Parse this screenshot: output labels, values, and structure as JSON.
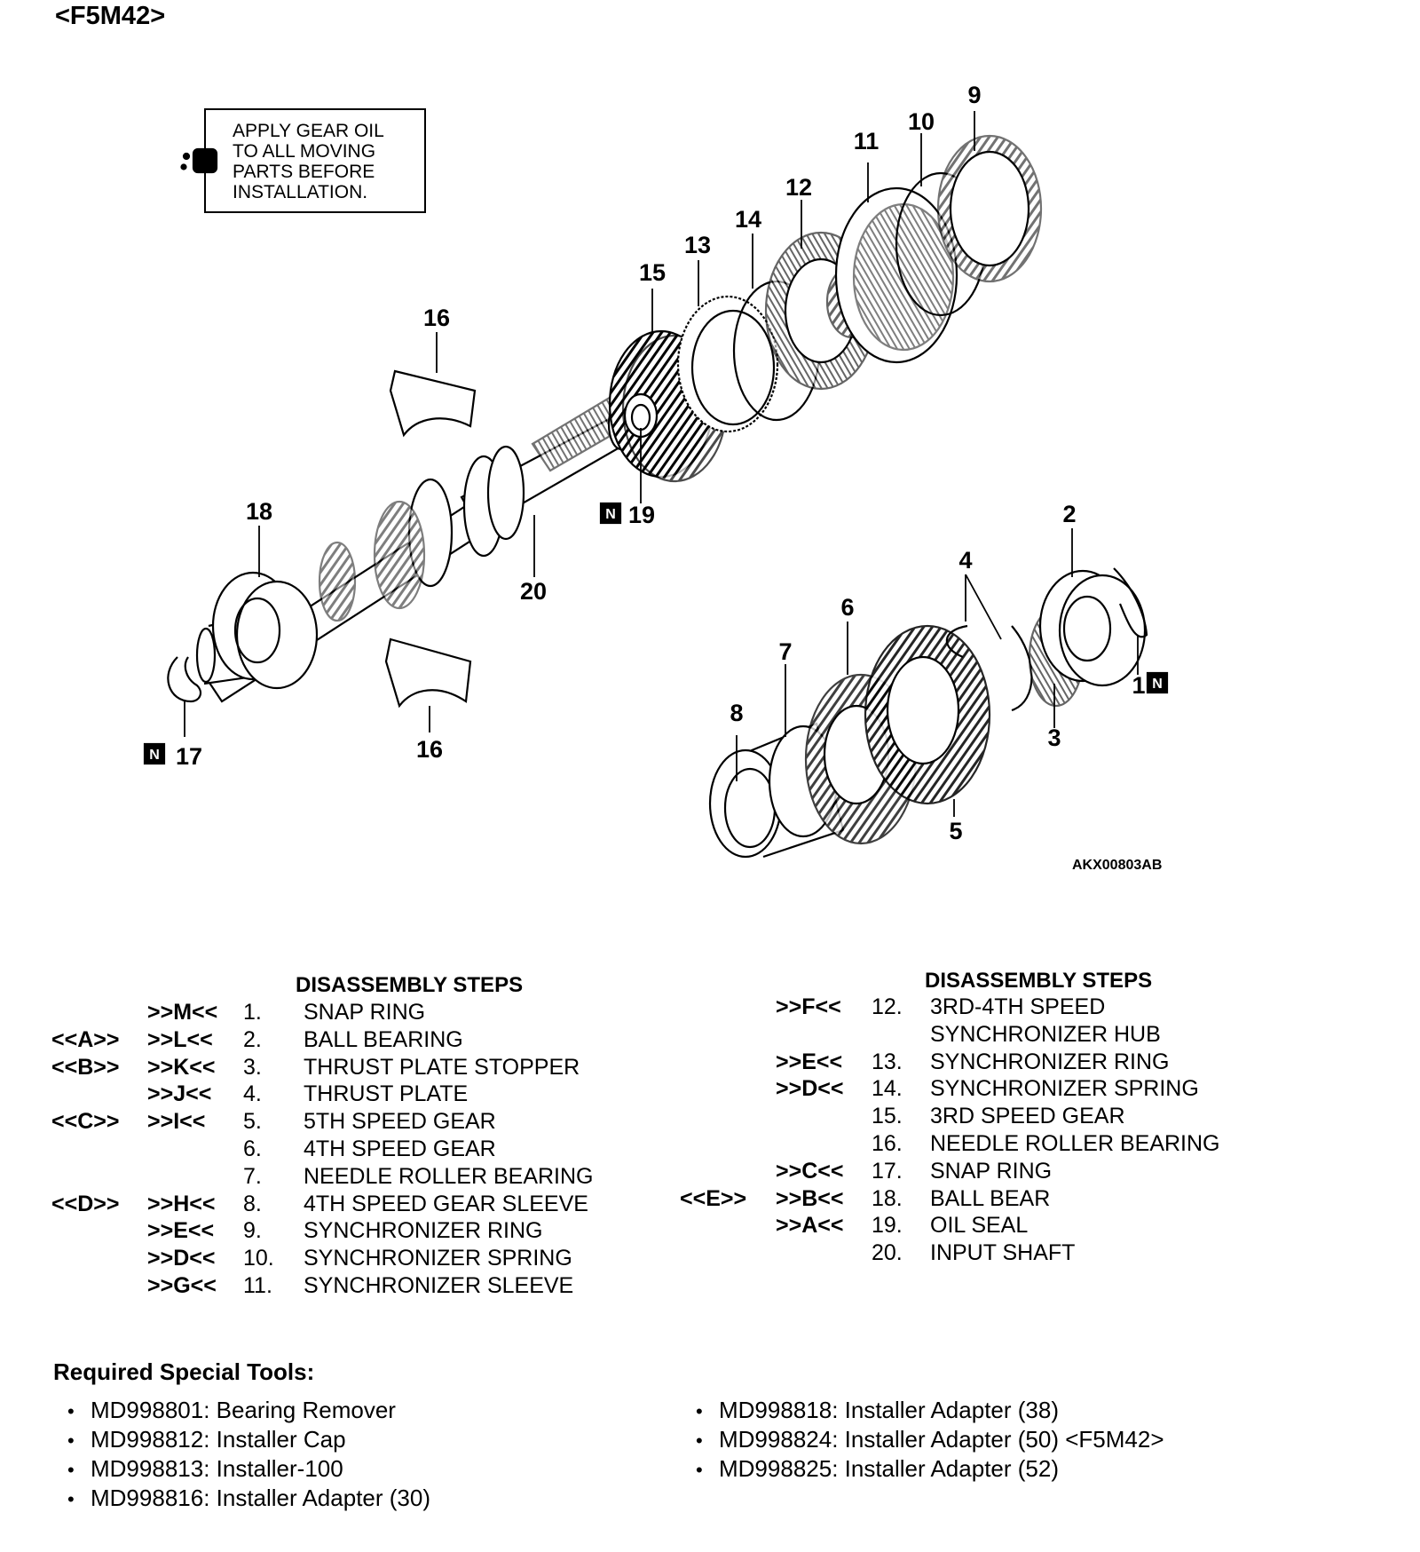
{
  "header": {
    "model": "<F5M42>"
  },
  "oil_note": {
    "icon": "oil-can-icon",
    "lines": [
      "APPLY GEAR OIL",
      "TO ALL MOVING",
      "PARTS BEFORE",
      "INSTALLATION."
    ]
  },
  "callouts": {
    "c1": "1",
    "c2": "2",
    "c3": "3",
    "c4": "4",
    "c5": "5",
    "c6": "6",
    "c7": "7",
    "c8": "8",
    "c9": "9",
    "c10": "10",
    "c11": "11",
    "c12": "12",
    "c13": "13",
    "c14": "14",
    "c15": "15",
    "c16a": "16",
    "c16b": "16",
    "c17": "17",
    "c18": "18",
    "c19": "19",
    "c20": "20",
    "n_badge": "N"
  },
  "figure_code": "AKX00803AB",
  "steps_left": {
    "title": "DISASSEMBLY STEPS",
    "rows": [
      {
        "r": "",
        "i": ">>M<<",
        "n": "1.",
        "name": "SNAP RING"
      },
      {
        "r": "<<A>>",
        "i": ">>L<<",
        "n": "2.",
        "name": "BALL BEARING"
      },
      {
        "r": "<<B>>",
        "i": ">>K<<",
        "n": "3.",
        "name": "THRUST PLATE STOPPER"
      },
      {
        "r": "",
        "i": ">>J<<",
        "n": "4.",
        "name": "THRUST PLATE"
      },
      {
        "r": "<<C>>",
        "i": ">>I<<",
        "n": "5.",
        "name": "5TH SPEED GEAR"
      },
      {
        "r": "",
        "i": "",
        "n": "6.",
        "name": "4TH SPEED GEAR"
      },
      {
        "r": "",
        "i": "",
        "n": "7.",
        "name": "NEEDLE ROLLER BEARING"
      },
      {
        "r": "<<D>>",
        "i": ">>H<<",
        "n": "8.",
        "name": "4TH SPEED GEAR SLEEVE"
      },
      {
        "r": "",
        "i": ">>E<<",
        "n": "9.",
        "name": "SYNCHRONIZER RING"
      },
      {
        "r": "",
        "i": ">>D<<",
        "n": "10.",
        "name": "SYNCHRONIZER SPRING"
      },
      {
        "r": "",
        "i": ">>G<<",
        "n": "11.",
        "name": "SYNCHRONIZER SLEEVE"
      }
    ]
  },
  "steps_right": {
    "title": "DISASSEMBLY STEPS",
    "rows": [
      {
        "r": "",
        "i": ">>F<<",
        "n": "12.",
        "name": "3RD-4TH SPEED"
      },
      {
        "r": "",
        "i": "",
        "n": "",
        "name": "SYNCHRONIZER HUB"
      },
      {
        "r": "",
        "i": ">>E<<",
        "n": "13.",
        "name": "SYNCHRONIZER RING"
      },
      {
        "r": "",
        "i": ">>D<<",
        "n": "14.",
        "name": "SYNCHRONIZER SPRING"
      },
      {
        "r": "",
        "i": "",
        "n": "15.",
        "name": "3RD SPEED GEAR"
      },
      {
        "r": "",
        "i": "",
        "n": "16.",
        "name": "NEEDLE ROLLER BEARING"
      },
      {
        "r": "",
        "i": ">>C<<",
        "n": "17.",
        "name": "SNAP RING"
      },
      {
        "r": "<<E>>",
        "i": ">>B<<",
        "n": "18.",
        "name": "BALL BEAR"
      },
      {
        "r": "",
        "i": ">>A<<",
        "n": "19.",
        "name": "OIL SEAL"
      },
      {
        "r": "",
        "i": "",
        "n": "20.",
        "name": "INPUT SHAFT"
      }
    ]
  },
  "tools": {
    "heading": "Required Special Tools:",
    "left": [
      "MD998801: Bearing Remover",
      "MD998812: Installer Cap",
      "MD998813: Installer-100",
      "MD998816: Installer Adapter (30)"
    ],
    "right": [
      "MD998818: Installer Adapter (38)",
      "MD998824: Installer Adapter (50) <F5M42>",
      "MD998825: Installer Adapter (52)"
    ]
  }
}
